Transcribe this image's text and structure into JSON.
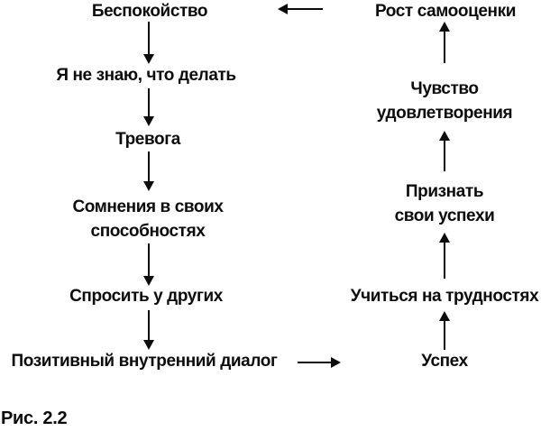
{
  "figure": {
    "caption": "Рис. 2.2",
    "ink_color": "#0c0c0c",
    "background_color": "#ffffff"
  },
  "flowchart": {
    "left_column": {
      "worry": "Беспокойство",
      "dont_know_what_to_do": "Я не знаю, что делать",
      "anxiety": "Тревога",
      "doubts_line1": "Сомнения в своих",
      "doubts_line2": "способностях",
      "ask_others": "Спросить у других",
      "positive_inner_dialog": "Позитивный внутренний диалог"
    },
    "right_column": {
      "success": "Успех",
      "learn_from_difficulties": "Учиться на трудностях",
      "acknowledge_line1": "Признать",
      "acknowledge_line2": "свои успехи",
      "satisfaction_line1": "Чувство",
      "satisfaction_line2": "удовлетворения",
      "self_esteem_growth": "Рост самооценки"
    }
  }
}
